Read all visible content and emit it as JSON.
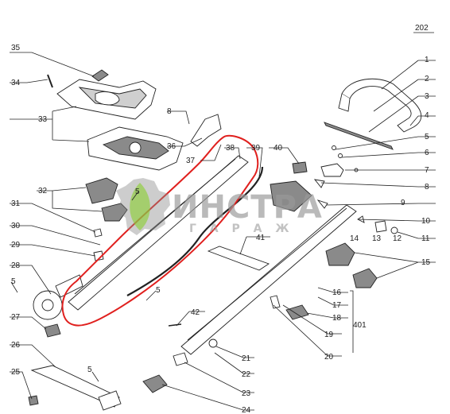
{
  "diagram": {
    "id_label": "202",
    "part_labels": [
      "1",
      "2",
      "3",
      "4",
      "5",
      "6",
      "7",
      "8",
      "9",
      "10",
      "11",
      "12",
      "13",
      "14",
      "15",
      "16",
      "17",
      "18",
      "19",
      "20",
      "21",
      "22",
      "23",
      "24",
      "25",
      "26",
      "27",
      "28",
      "29",
      "30",
      "31",
      "32",
      "33",
      "34",
      "35",
      "36",
      "37",
      "38",
      "39",
      "40",
      "41",
      "42",
      "401"
    ],
    "extra_labels": {
      "five_a": "5",
      "five_b": "5",
      "five_c": "5",
      "five_d": "5",
      "eight_b": "8"
    }
  },
  "watermark": {
    "title": "ИНСТРА",
    "subtitle": "Г А Р А Ж"
  },
  "colors": {
    "ink": "#222222",
    "highlight": "#e0201e",
    "watermark_green": "#8cc63f",
    "watermark_gray": "#9a9a9a"
  }
}
